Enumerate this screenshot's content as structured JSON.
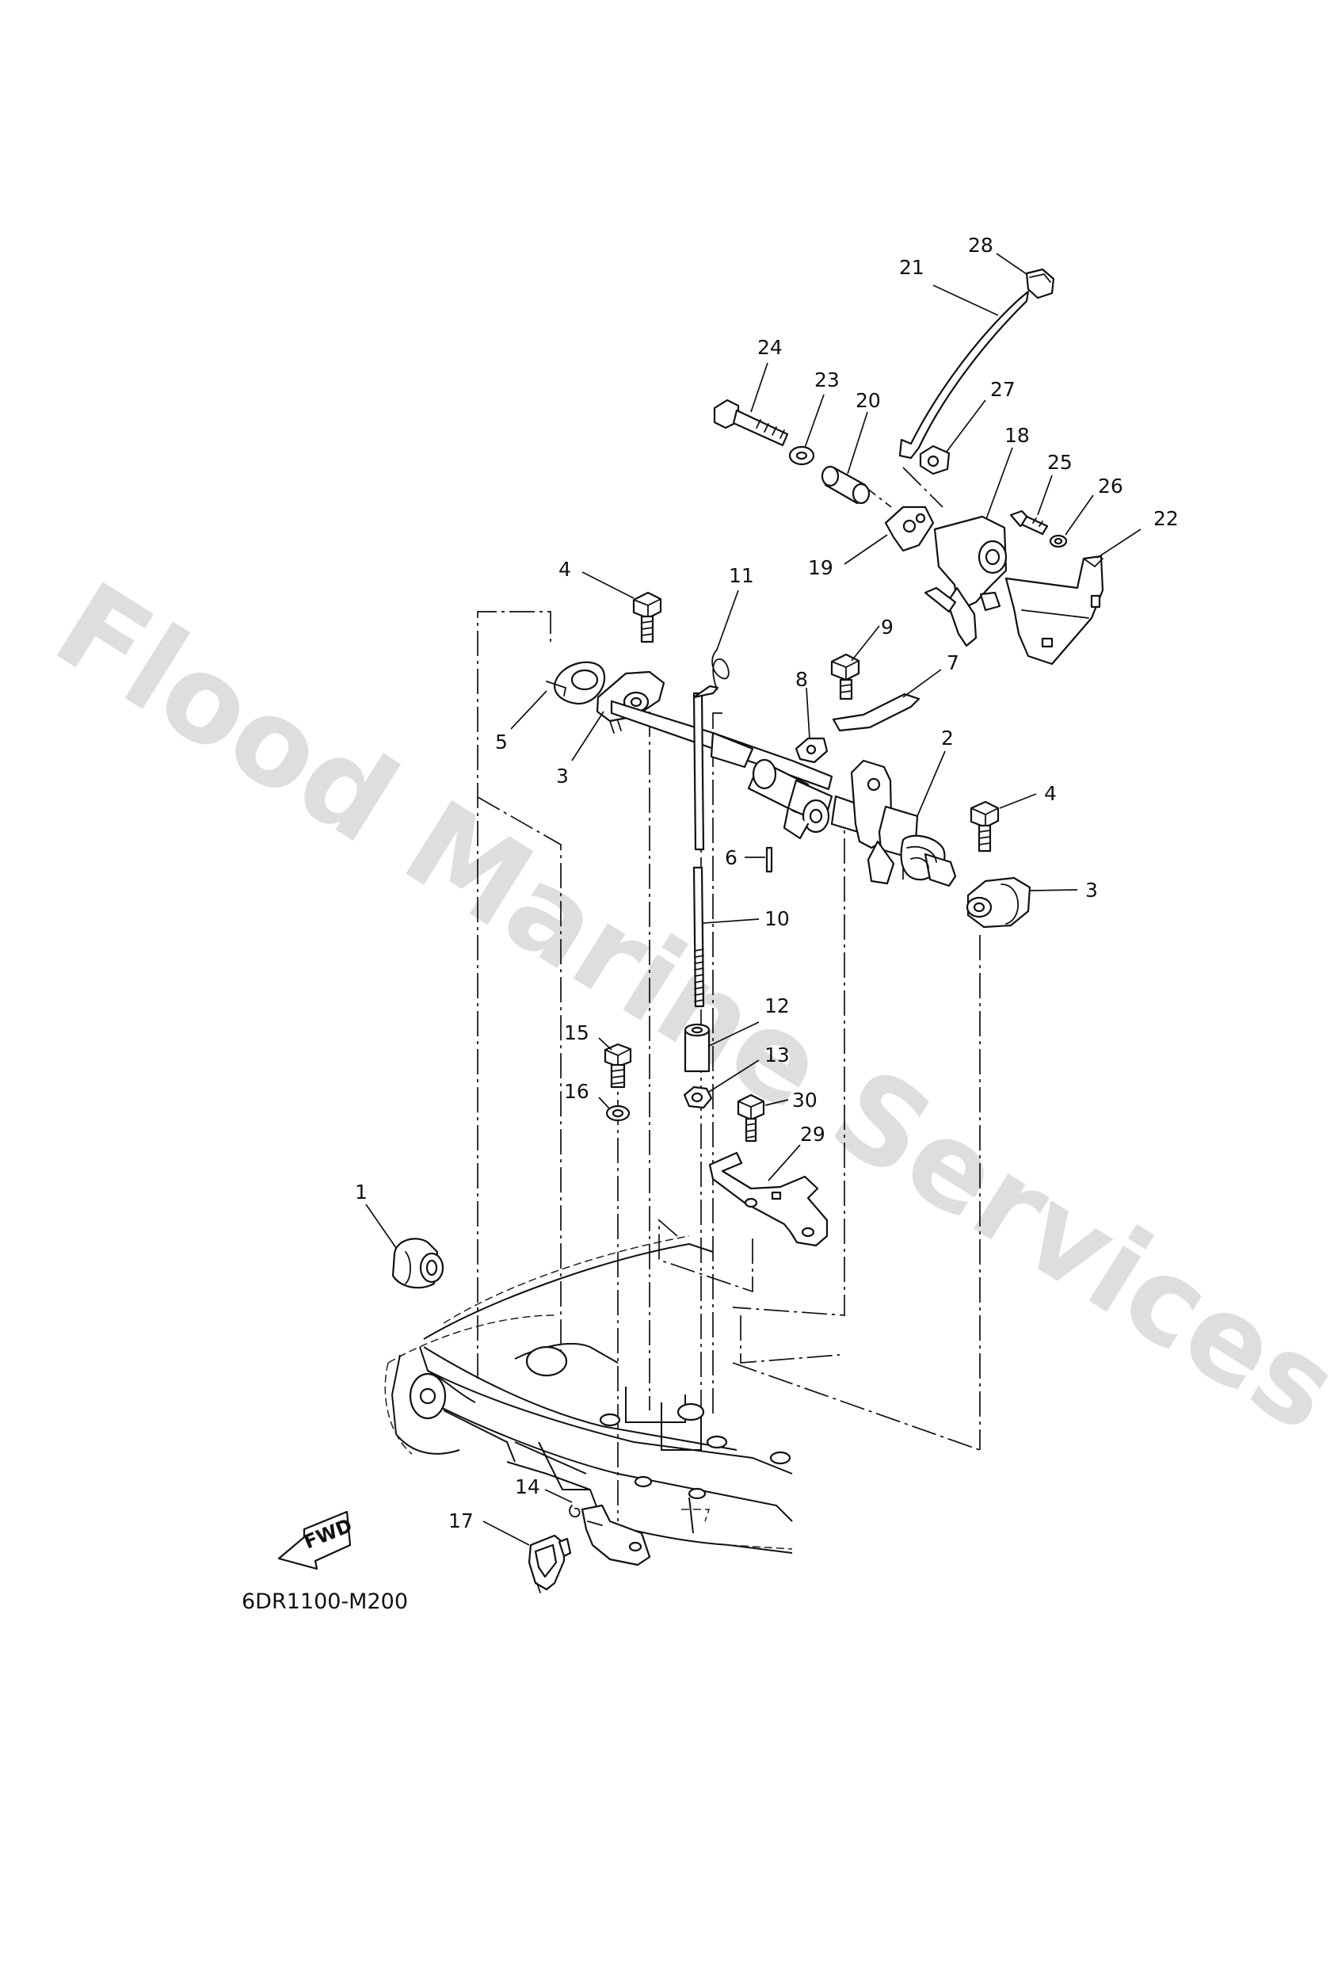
{
  "diagram": {
    "code": "6DR1100-M200",
    "watermark": "Flood Marine Services",
    "fwd_label": "FWD",
    "callouts": {
      "c28": "28",
      "c21": "21",
      "c24": "24",
      "c23": "23",
      "c20": "20",
      "c27": "27",
      "c18": "18",
      "c25": "25",
      "c26": "26",
      "c22": "22",
      "c19": "19",
      "c4a": "4",
      "c11": "11",
      "c9": "9",
      "c8": "8",
      "c7": "7",
      "c5": "5",
      "c3a": "3",
      "c2": "2",
      "c4b": "4",
      "c3b": "3",
      "c6": "6",
      "c10": "10",
      "c12": "12",
      "c15": "15",
      "c13": "13",
      "c16": "16",
      "c30": "30",
      "c29": "29",
      "c1": "1",
      "c14": "14",
      "c17": "17"
    }
  }
}
